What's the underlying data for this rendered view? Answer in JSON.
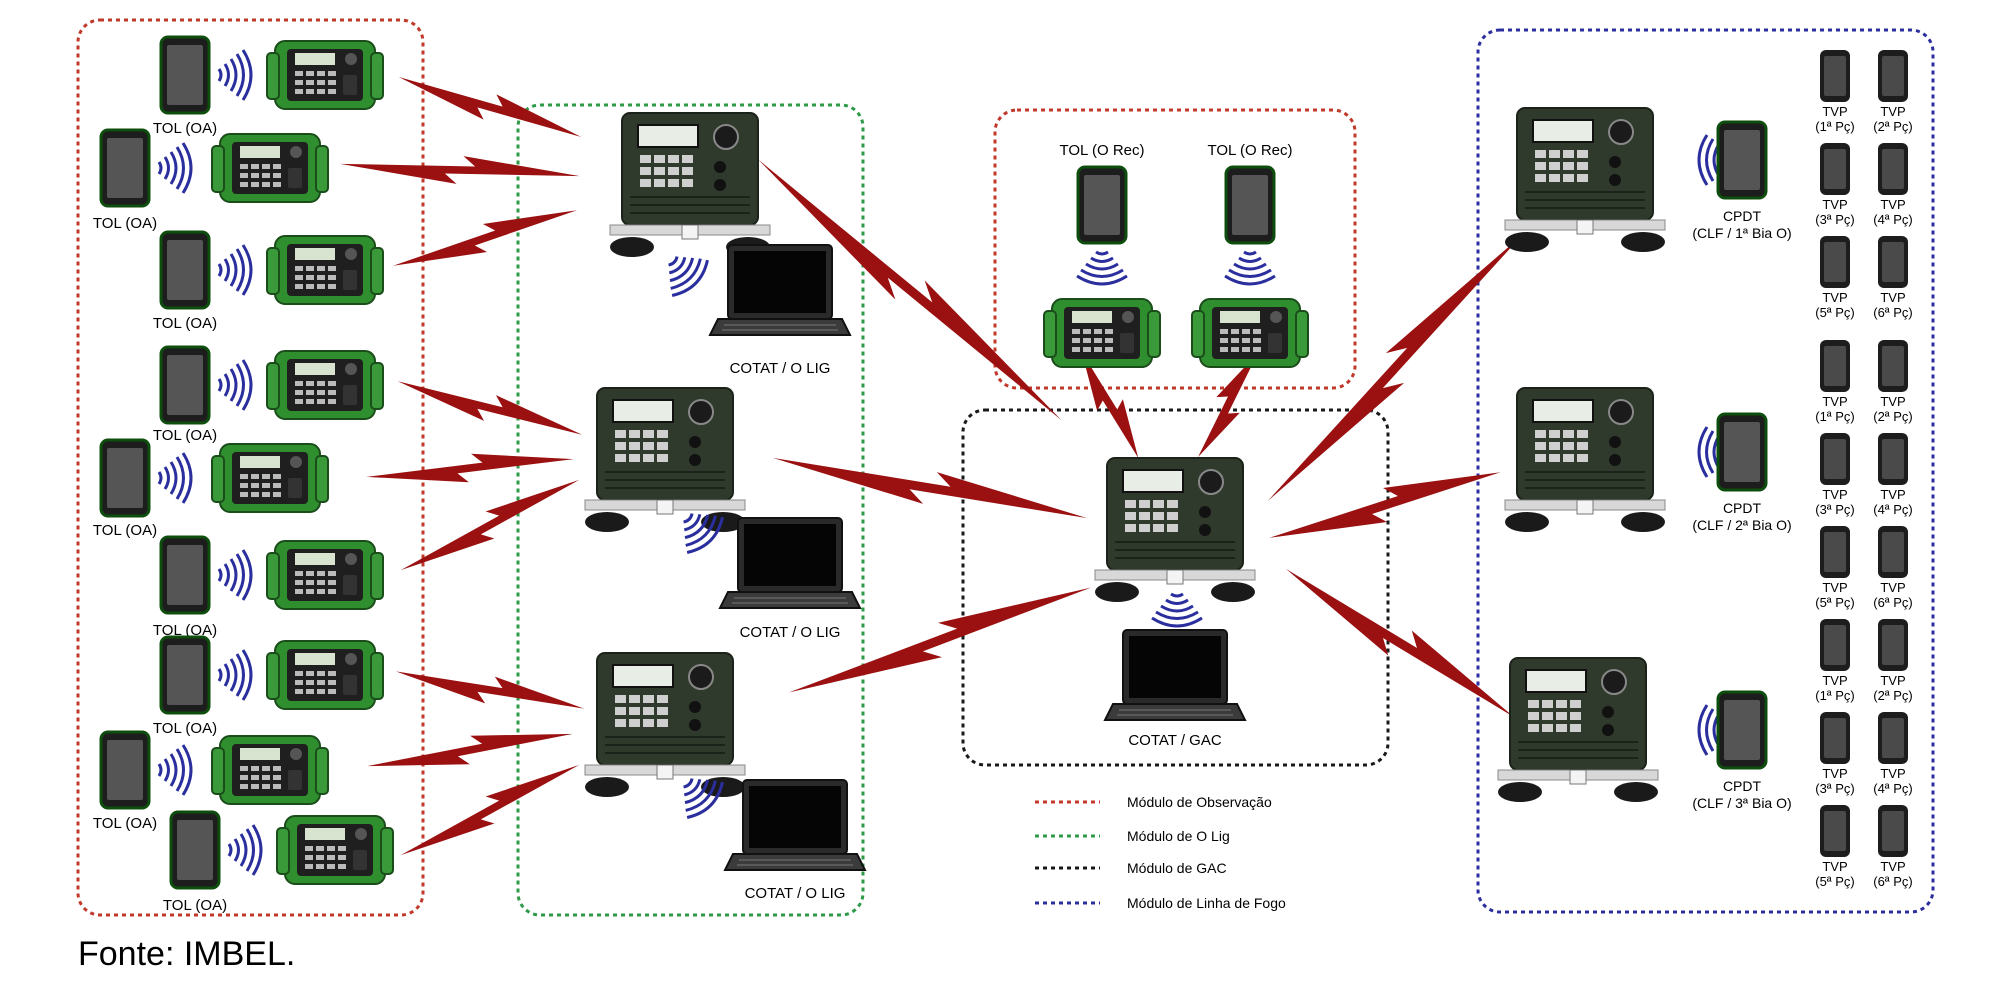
{
  "labels": {
    "tol_oa": "TOL (OA)",
    "tol_orec": "TOL (O Rec)",
    "cotat_olig": "COTAT / O LIG",
    "cotat_gac": "COTAT / GAC",
    "cpdt_1": [
      "CPDT",
      "(CLF / 1ª Bia O)"
    ],
    "cpdt_2": [
      "CPDT",
      "(CLF / 2ª Bia O)"
    ],
    "cpdt_3": [
      "CPDT",
      "(CLF / 3ª Bia O)"
    ],
    "tvp": "TVP",
    "pc": [
      "(1ª Pç)",
      "(2ª Pç)",
      "(3ª Pç)",
      "(4ª Pç)",
      "(5ª Pç)",
      "(6ª Pç)"
    ]
  },
  "legend": [
    {
      "label": "Módulo de Observação",
      "color": "#c0392b"
    },
    {
      "label": "Módulo de O Lig",
      "color": "#2e9a48"
    },
    {
      "label": "Módulo de GAC",
      "color": "#1a1a1a"
    },
    {
      "label": "Módulo de Linha de Fogo",
      "color": "#2b2f9e"
    }
  ],
  "colors": {
    "observation": "#c0392b",
    "olig": "#2e9a48",
    "gac": "#1a1a1a",
    "linha_fogo": "#2b2f9e",
    "link": "#9b1010",
    "wave": "#2b2f9e",
    "radio_green": "#2f8f2f",
    "station": "#2f3a2c"
  },
  "source": "Fonte: IMBEL."
}
